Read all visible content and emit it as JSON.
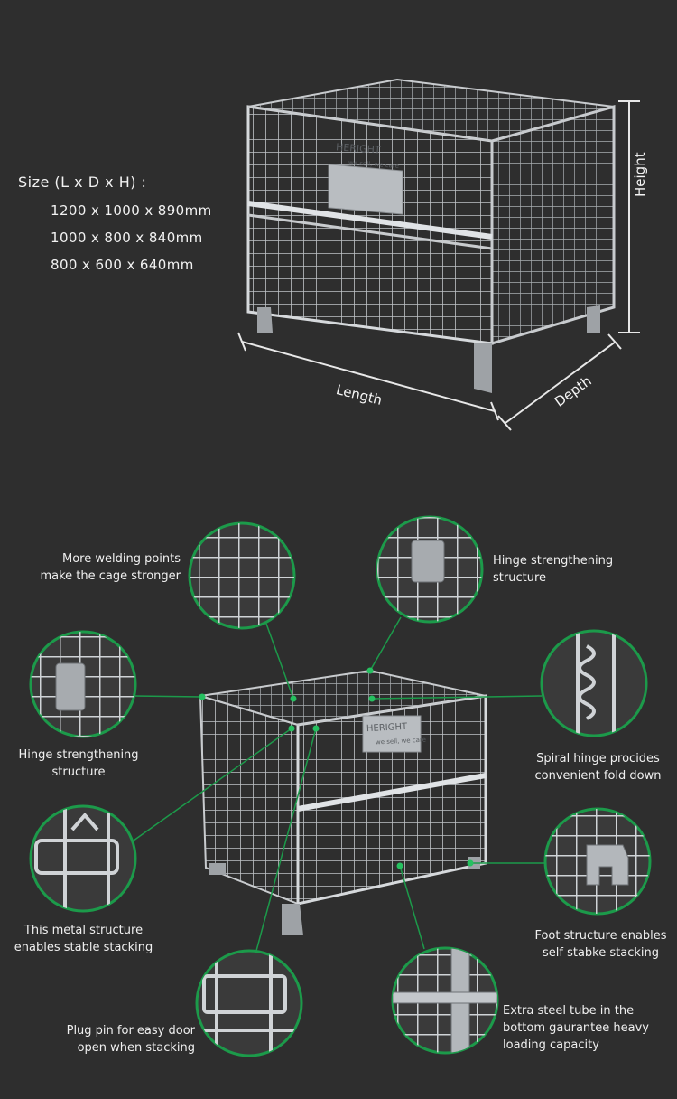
{
  "size": {
    "label": "Size (L x D x H) :",
    "items": [
      "1200 x 1000 x 890mm",
      "1000 x 800 x 840mm",
      "800 x 600 x 640mm"
    ]
  },
  "dimensions": {
    "height": "Height",
    "length": "Length",
    "depth": "Depth"
  },
  "cage_plate": {
    "brand": "HERIGHT",
    "tagline": "we sell, we care"
  },
  "callouts": {
    "welding": {
      "line1": "More welding points",
      "line2": "make the cage stronger"
    },
    "hinge_top": {
      "line1": "Hinge strengthening",
      "line2": "structure"
    },
    "hinge_left": {
      "line1": "Hinge strengthening",
      "line2": "structure"
    },
    "spiral": {
      "line1": "Spiral hinge procides",
      "line2": "convenient fold down"
    },
    "metal": {
      "line1": "This metal structure",
      "line2": "enables stable stacking"
    },
    "foot": {
      "line1": "Foot structure enables",
      "line2": "self stabke stacking"
    },
    "plug": {
      "line1": "Plug pin for easy door",
      "line2": "open when stacking"
    },
    "tube": {
      "line1": "Extra steel tube in the",
      "line2": "bottom gaurantee heavy",
      "line3": "loading capacity"
    }
  },
  "colors": {
    "background": "#2e2e2e",
    "accent": "#1c9a4a",
    "text": "#f2f2f2"
  }
}
